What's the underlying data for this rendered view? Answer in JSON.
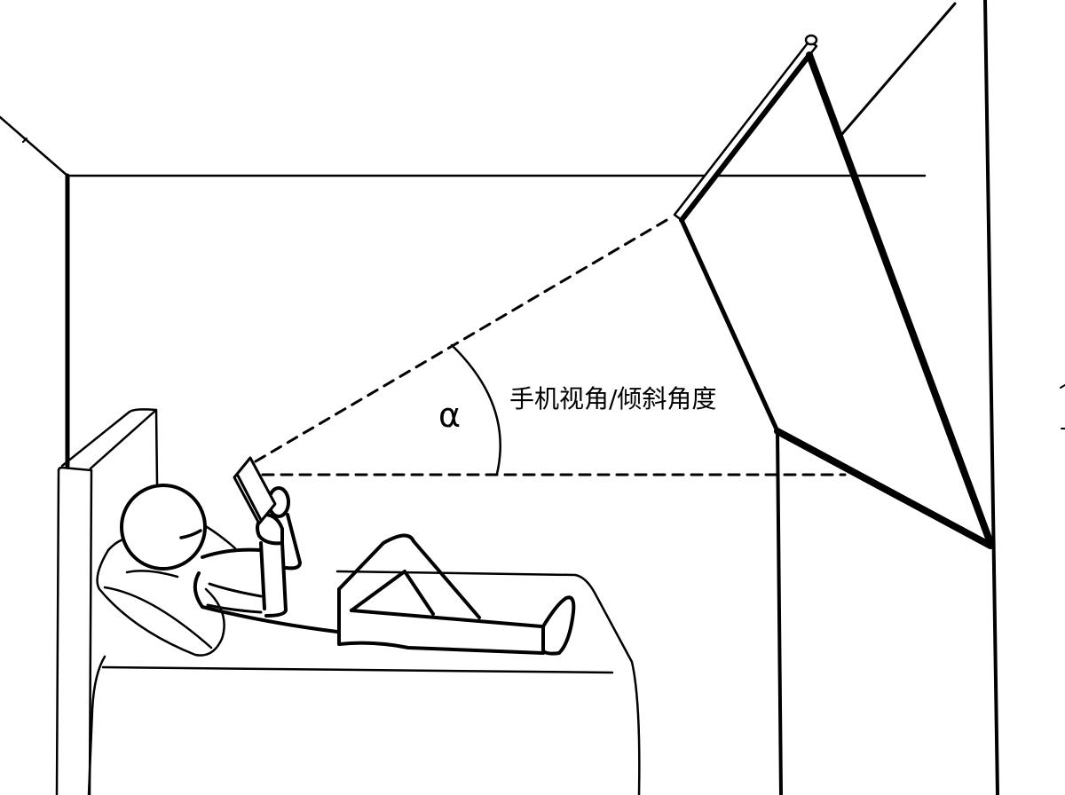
{
  "figure": {
    "angle_symbol": "α",
    "angle_caption": "手机视角/倾斜角度",
    "colors": {
      "line": "#000000",
      "background": "#ffffff"
    },
    "elements": [
      "room-walls",
      "bed-with-headboard",
      "pillow",
      "person-lying-down",
      "phone",
      "sightline-dashed-upper",
      "sightline-dashed-horizontal",
      "angle-arc",
      "tilted-projector-screen"
    ]
  }
}
